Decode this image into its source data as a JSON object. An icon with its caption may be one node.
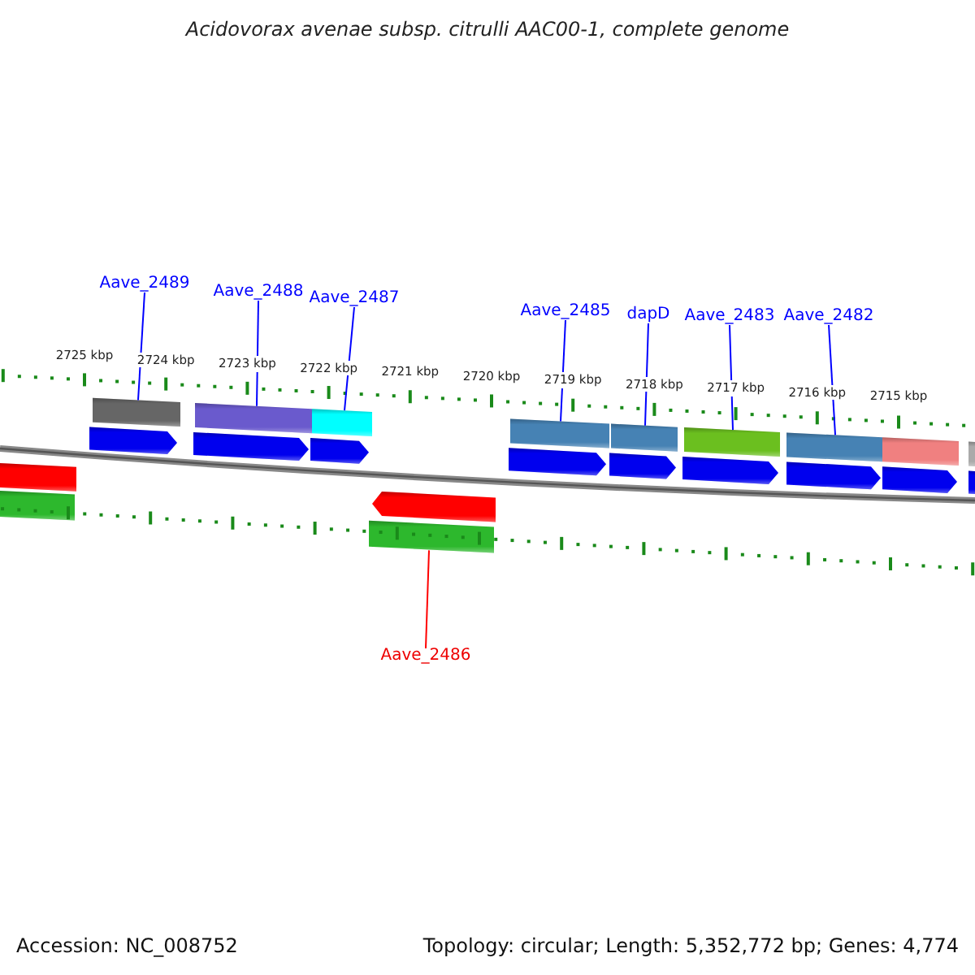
{
  "diagram": {
    "title": "Acidovorax avenae subsp. citrulli AAC00-1, complete genome",
    "nodes": [
      {
        "text": [
          "Aave_2489"
        ]
      },
      {
        "text": [
          "Aave_2488"
        ]
      },
      {
        "text": [
          "Aave_2487"
        ]
      },
      {
        "text": [
          "Aave_2485"
        ]
      },
      {
        "text": [
          "dapD"
        ]
      },
      {
        "text": [
          "Aave_2483"
        ]
      },
      {
        "text": [
          "Aave_2482"
        ]
      },
      {
        "text": [
          "Aave_2486"
        ]
      },
      {
        "text": [],
        "shape": "bar"
      },
      {
        "text": [],
        "shape": "bar"
      },
      {
        "text": [],
        "shape": "bar"
      },
      {
        "text": [],
        "shape": "bar"
      },
      {
        "text": [],
        "shape": "bar"
      },
      {
        "text": [],
        "shape": "bar"
      },
      {
        "text": [],
        "shape": "bar"
      },
      {
        "text": [],
        "shape": "bar"
      }
    ],
    "edges": [
      {
        "from": 0,
        "to": 8,
        "arrow": "none"
      },
      {
        "from": 1,
        "to": 9,
        "arrow": "none"
      },
      {
        "from": 2,
        "to": 10,
        "arrow": "none"
      },
      {
        "from": 3,
        "to": 12,
        "arrow": "none"
      },
      {
        "from": 4,
        "to": 13,
        "arrow": "none"
      },
      {
        "from": 5,
        "to": 14,
        "arrow": "none"
      },
      {
        "from": 6,
        "to": 15,
        "arrow": "none"
      },
      {
        "from": 7,
        "to": 11,
        "arrow": "none",
        "color": "#ff0000"
      }
    ],
    "labels": [
      "2725 kbp",
      "2724 kbp",
      "2723 kbp",
      "2722 kbp",
      "2721 kbp",
      "2720 kbp",
      "2719 kbp",
      "2718 kbp",
      "2717 kbp",
      "2716 kbp",
      "2715 kbp",
      "Accession: NC_008752",
      "Topology: circular; Length: 5,352,772 bp; Genes: 4,774"
    ]
  }
}
